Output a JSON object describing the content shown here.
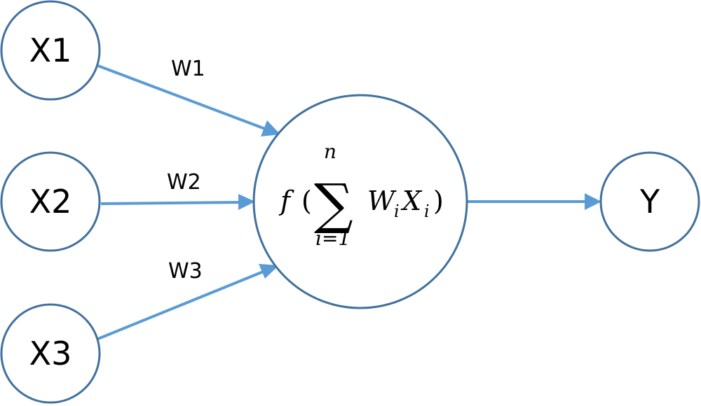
{
  "diagram": {
    "title": "Single neuron (perceptron) model",
    "inputs": [
      {
        "id": "x1",
        "label": "X1",
        "weight_label": "W1"
      },
      {
        "id": "x2",
        "label": "X2",
        "weight_label": "W2"
      },
      {
        "id": "x3",
        "label": "X3",
        "weight_label": "W3"
      }
    ],
    "neuron": {
      "function": "f",
      "open_paren": "(",
      "close_paren": ")",
      "sum_symbol": "∑",
      "upper_limit": "n",
      "lower_limit": "i=1",
      "term_w": "W",
      "term_x": "X",
      "subscript": "i"
    },
    "output": {
      "id": "y",
      "label": "Y"
    },
    "colors": {
      "node_stroke": "#41719c",
      "edge": "#5b9bd5",
      "text": "#000000",
      "background": "#ffffff"
    }
  }
}
